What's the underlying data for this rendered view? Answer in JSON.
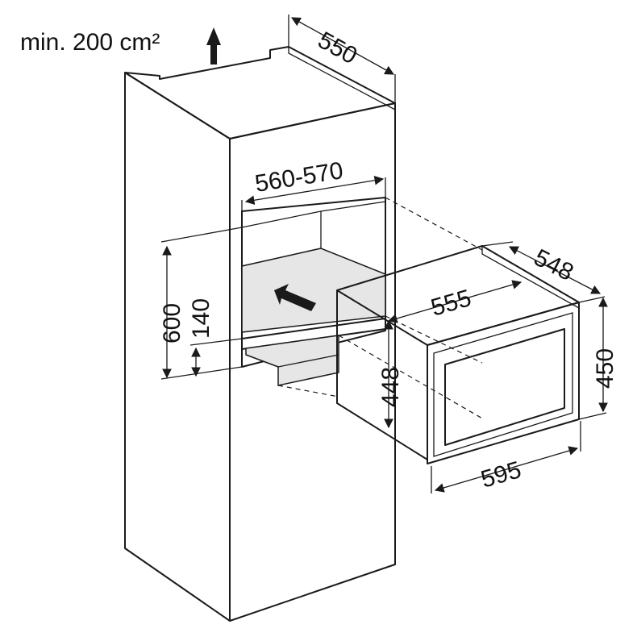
{
  "airflow": {
    "label": "min. 200 cm²"
  },
  "dimensions": {
    "cabinet_depth": "550",
    "niche_width": "560-570",
    "niche_height": "600",
    "drawer_height": "140",
    "appliance_depth": "548",
    "appliance_inner_width": "555",
    "appliance_inner_height": "448",
    "appliance_height": "450",
    "appliance_width": "595"
  },
  "colors": {
    "line": "#1a1a1a",
    "shade": "#e6e6e6",
    "background": "#ffffff"
  }
}
